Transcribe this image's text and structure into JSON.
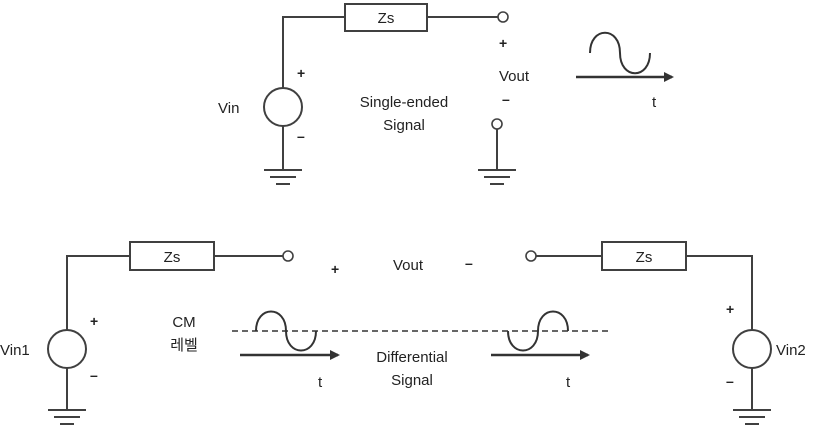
{
  "top": {
    "impedance": "Zs",
    "source": "Vin",
    "output": "Vout",
    "plus": "+",
    "minus": "–",
    "signal_line1": "Single-ended",
    "signal_line2": "Signal",
    "time": "t"
  },
  "bottom": {
    "impedance_left": "Zs",
    "impedance_right": "Zs",
    "source_left": "Vin1",
    "source_right": "Vin2",
    "output": "Vout",
    "plus": "+",
    "minus": "–",
    "cm_line1": "CM",
    "cm_line2": "레벨",
    "signal_line1": "Differential",
    "signal_line2": "Signal",
    "time_left": "t",
    "time_right": "t"
  }
}
